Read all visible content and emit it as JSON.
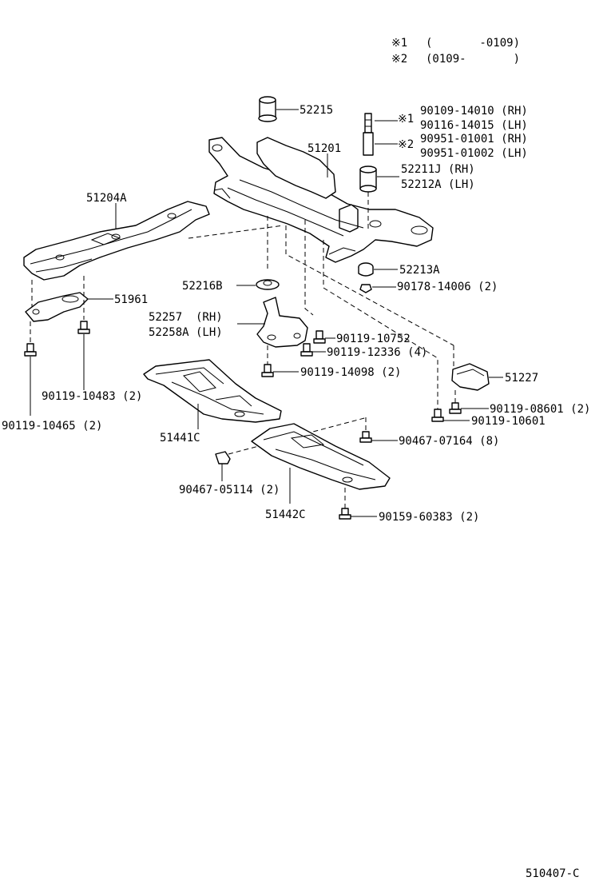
{
  "legend": {
    "r1": {
      "mark": "※1",
      "range": "(       -0109)"
    },
    "r2": {
      "mark": "※2",
      "range": "(0109-       )"
    }
  },
  "footer_code": "510407-C",
  "parts": {
    "p52215": "52215",
    "p51201": "51201",
    "s1_mark": "※1",
    "s1_a": "90109-14010 (RH)",
    "s1_b": "90116-14015 (LH)",
    "s2_mark": "※2",
    "s2_a": "90951-01001 (RH)",
    "s2_b": "90951-01002 (LH)",
    "p52211J": "52211J (RH)",
    "p52212A": "52212A (LH)",
    "p51204A": "51204A",
    "p52213A": "52213A",
    "p90178": "90178-14006 (2)",
    "p52216B": "52216B",
    "p51961": "51961",
    "p52257": "52257  (RH)",
    "p52258A": "52258A (LH)",
    "p90119_10752": "90119-10752",
    "p90119_12336": "90119-12336 (4)",
    "p90119_14098": "90119-14098 (2)",
    "p51227": "51227",
    "p90119_10483": "90119-10483 (2)",
    "p90119_08601": "90119-08601 (2)",
    "p90119_10465": "90119-10465 (2)",
    "p90119_10601": "90119-10601",
    "p51441C": "51441C",
    "p90467_07164": "90467-07164 (8)",
    "p90467_05114": "90467-05114 (2)",
    "p51442C": "51442C",
    "p90159_60383": "90159-60383 (2)"
  }
}
